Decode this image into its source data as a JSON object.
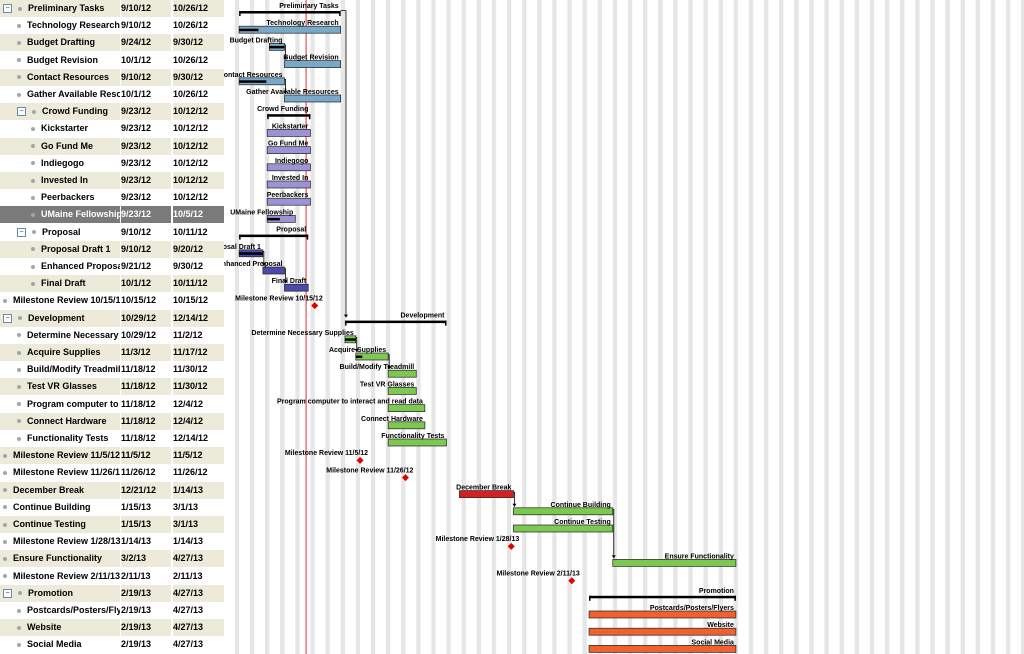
{
  "tasks": [
    {
      "name": "Preliminary Tasks",
      "start": "9/10/12",
      "end": "10/26/12",
      "level": 0,
      "summary": true,
      "collapse": "−"
    },
    {
      "name": "Technology Research",
      "start": "9/10/12",
      "end": "10/26/12",
      "level": 1
    },
    {
      "name": "Budget Drafting",
      "start": "9/24/12",
      "end": "9/30/12",
      "level": 1
    },
    {
      "name": "Budget Revision",
      "start": "10/1/12",
      "end": "10/26/12",
      "level": 1
    },
    {
      "name": "Contact Resources",
      "start": "9/10/12",
      "end": "9/30/12",
      "level": 1
    },
    {
      "name": "Gather Available Resources",
      "start": "10/1/12",
      "end": "10/26/12",
      "level": 1
    },
    {
      "name": "Crowd Funding",
      "start": "9/23/12",
      "end": "10/12/12",
      "level": 1,
      "summary": true,
      "collapse": "−"
    },
    {
      "name": "Kickstarter",
      "start": "9/23/12",
      "end": "10/12/12",
      "level": 2
    },
    {
      "name": "Go Fund Me",
      "start": "9/23/12",
      "end": "10/12/12",
      "level": 2
    },
    {
      "name": "Indiegogo",
      "start": "9/23/12",
      "end": "10/12/12",
      "level": 2
    },
    {
      "name": "Invested In",
      "start": "9/23/12",
      "end": "10/12/12",
      "level": 2
    },
    {
      "name": "Peerbackers",
      "start": "9/23/12",
      "end": "10/12/12",
      "level": 2
    },
    {
      "name": "UMaine Fellowship",
      "start": "9/23/12",
      "end": "10/5/12",
      "level": 2,
      "selected": true
    },
    {
      "name": "Proposal",
      "start": "9/10/12",
      "end": "10/11/12",
      "level": 1,
      "summary": true,
      "collapse": "−"
    },
    {
      "name": "Proposal Draft 1",
      "start": "9/10/12",
      "end": "9/20/12",
      "level": 2
    },
    {
      "name": "Enhanced Proposal",
      "start": "9/21/12",
      "end": "9/30/12",
      "level": 2
    },
    {
      "name": "Final Draft",
      "start": "10/1/12",
      "end": "10/11/12",
      "level": 2
    },
    {
      "name": "Milestone Review 10/15/12",
      "start": "10/15/12",
      "end": "10/15/12",
      "level": 0
    },
    {
      "name": "Development",
      "start": "10/29/12",
      "end": "12/14/12",
      "level": 0,
      "summary": true,
      "collapse": "−"
    },
    {
      "name": "Determine Necessary Supplies",
      "start": "10/29/12",
      "end": "11/2/12",
      "level": 1
    },
    {
      "name": "Acquire Supplies",
      "start": "11/3/12",
      "end": "11/17/12",
      "level": 1
    },
    {
      "name": "Build/Modify Treadmill",
      "start": "11/18/12",
      "end": "11/30/12",
      "level": 1
    },
    {
      "name": "Test VR Glasses",
      "start": "11/18/12",
      "end": "11/30/12",
      "level": 1
    },
    {
      "name": "Program computer to interact and read data",
      "start": "11/18/12",
      "end": "12/4/12",
      "level": 1
    },
    {
      "name": "Connect Hardware",
      "start": "11/18/12",
      "end": "12/4/12",
      "level": 1
    },
    {
      "name": "Functionality Tests",
      "start": "11/18/12",
      "end": "12/14/12",
      "level": 1
    },
    {
      "name": "Milestone Review 11/5/12",
      "start": "11/5/12",
      "end": "11/5/12",
      "level": 0
    },
    {
      "name": "Milestone Review 11/26/12",
      "start": "11/26/12",
      "end": "11/26/12",
      "level": 0
    },
    {
      "name": "December Break",
      "start": "12/21/12",
      "end": "1/14/13",
      "level": 0
    },
    {
      "name": "Continue Building",
      "start": "1/15/13",
      "end": "3/1/13",
      "level": 0
    },
    {
      "name": "Continue Testing",
      "start": "1/15/13",
      "end": "3/1/13",
      "level": 0
    },
    {
      "name": "Milestone Review 1/28/13",
      "start": "1/14/13",
      "end": "1/14/13",
      "level": 0
    },
    {
      "name": "Ensure Functionality",
      "start": "3/2/13",
      "end": "4/27/13",
      "level": 0
    },
    {
      "name": "Milestone Review 2/11/13",
      "start": "2/11/13",
      "end": "2/11/13",
      "level": 0
    },
    {
      "name": "Promotion",
      "start": "2/19/13",
      "end": "4/27/13",
      "level": 0,
      "summary": true,
      "collapse": "−"
    },
    {
      "name": "Postcards/Posters/Flyers",
      "start": "2/19/13",
      "end": "4/27/13",
      "level": 1
    },
    {
      "name": "Website",
      "start": "2/19/13",
      "end": "4/27/13",
      "level": 1
    },
    {
      "name": "Social Media",
      "start": "2/19/13",
      "end": "4/27/13",
      "level": 1
    }
  ],
  "bars": [
    {
      "label": "Preliminary Tasks",
      "type": "summary",
      "progress": null
    },
    {
      "label": "Technology Research",
      "type": "task",
      "color": "#7aa8c8",
      "progress": 0.19
    },
    {
      "label": "Budget Drafting",
      "type": "task",
      "color": "#7aa8c8",
      "progress": 1.0
    },
    {
      "label": "Budget Revision",
      "type": "task",
      "color": "#7aa8c8",
      "progress": 0
    },
    {
      "label": "Contact Resources",
      "type": "task",
      "color": "#7aa8c8",
      "progress": 0.6
    },
    {
      "label": "Gather Available Resources",
      "type": "task",
      "color": "#7aa8c8",
      "progress": 0
    },
    {
      "label": "Crowd Funding",
      "type": "summary",
      "progress": null
    },
    {
      "label": "Kickstarter",
      "type": "task",
      "color": "#9a94d4",
      "progress": 0
    },
    {
      "label": "Go Fund Me",
      "type": "task",
      "color": "#9a94d4",
      "progress": 0
    },
    {
      "label": "Indiegogo",
      "type": "task",
      "color": "#9a94d4",
      "progress": 0
    },
    {
      "label": "Invested In",
      "type": "task",
      "color": "#9a94d4",
      "progress": 0
    },
    {
      "label": "Peerbackers",
      "type": "task",
      "color": "#9a94d4",
      "progress": 0
    },
    {
      "label": "UMaine Fellowship",
      "type": "task",
      "color": "#9a94d4",
      "progress": 0.45
    },
    {
      "label": "Proposal",
      "type": "summary",
      "progress": null
    },
    {
      "label": "Proposal Draft 1",
      "type": "task",
      "color": "#4a4aa8",
      "progress": 1.0
    },
    {
      "label": "Enhanced Proposal",
      "type": "task",
      "color": "#4a4aa8",
      "progress": 0
    },
    {
      "label": "Final Draft",
      "type": "task",
      "color": "#4a4aa8",
      "progress": 0
    },
    {
      "label": "Milestone Review 10/15/12",
      "type": "milestone"
    },
    {
      "label": "Development",
      "type": "summary",
      "progress": null
    },
    {
      "label": "Determine Necessary Supplies",
      "type": "task",
      "color": "#7cc850",
      "progress": 1.0
    },
    {
      "label": "Acquire Supplies",
      "type": "task",
      "color": "#7cc850",
      "progress": 0.2
    },
    {
      "label": "Build/Modify Treadmill",
      "type": "task",
      "color": "#7cc850",
      "progress": 0
    },
    {
      "label": "Test VR Glasses",
      "type": "task",
      "color": "#7cc850",
      "progress": 0
    },
    {
      "label": "Program computer to interact and read data",
      "type": "task",
      "color": "#7cc850",
      "progress": 0
    },
    {
      "label": "Connect Hardware",
      "type": "task",
      "color": "#7cc850",
      "progress": 0
    },
    {
      "label": "Functionality Tests",
      "type": "task",
      "color": "#7cc850",
      "progress": 0
    },
    {
      "label": "Milestone Review 11/5/12",
      "type": "milestone"
    },
    {
      "label": "Milestone Review 11/26/12",
      "type": "milestone"
    },
    {
      "label": "December Break",
      "type": "task",
      "color": "#d42020",
      "progress": 0
    },
    {
      "label": "Continue Building",
      "type": "task",
      "color": "#7cc850",
      "progress": 0
    },
    {
      "label": "Continue Testing",
      "type": "task",
      "color": "#7cc850",
      "progress": 0
    },
    {
      "label": "Milestone Review 1/28/13",
      "type": "milestone"
    },
    {
      "label": "Ensure Functionality",
      "type": "task",
      "color": "#7cc850",
      "progress": 0
    },
    {
      "label": "Milestone Review 2/11/13",
      "type": "milestone"
    },
    {
      "label": "Promotion",
      "type": "summary",
      "progress": null
    },
    {
      "label": "Postcards/Posters/Flyers",
      "type": "task",
      "color": "#f06030",
      "progress": 0
    },
    {
      "label": "Website",
      "type": "task",
      "color": "#f06030",
      "progress": 0
    },
    {
      "label": "Social Media",
      "type": "task",
      "color": "#f06030",
      "progress": 0
    }
  ],
  "timeline": {
    "start": "9/3/12",
    "today": "10/11/12"
  },
  "colors": {
    "milestone": "#e00000",
    "today_line": "#e03030",
    "row_alt": "#ecebd9",
    "grid_band": "#e6e6e6",
    "selected_row": "#7a7a7a"
  }
}
